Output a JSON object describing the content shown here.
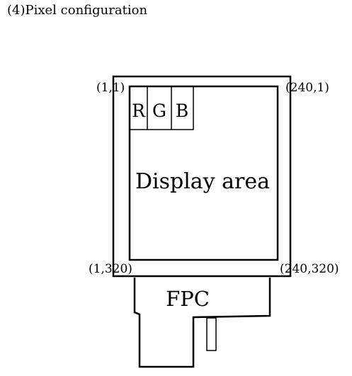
{
  "heading": "(4)Pixel configuration",
  "corners": {
    "top_left": "(1,1)",
    "top_right": "(240,1)",
    "bottom_left": "(1,320)",
    "bottom_right": "(240,320)"
  },
  "subpixels": [
    "R",
    "G",
    "B"
  ],
  "display_area_label": "Display area",
  "fpc_label": "FPC"
}
